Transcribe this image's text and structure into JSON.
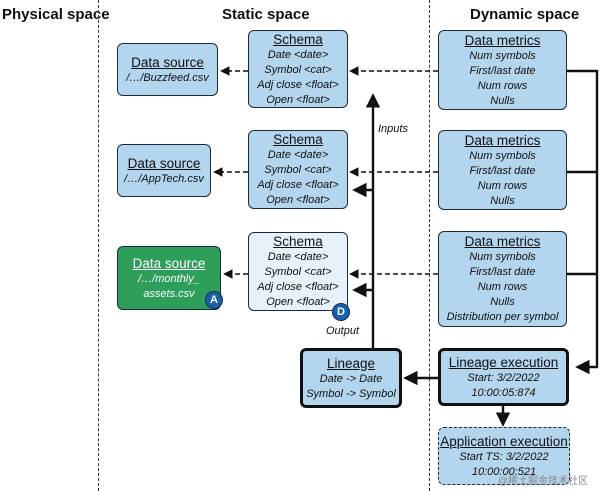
{
  "lanes": {
    "physical": "Physical space",
    "static": "Static space",
    "dynamic": "Dynamic space"
  },
  "sources": [
    {
      "title": "Data source",
      "path": "/…/Buzzfeed.csv"
    },
    {
      "title": "Data source",
      "path": "/…/AppTech.csv"
    },
    {
      "title": "Data source",
      "path_line1": "/…/monthly_",
      "path_line2": "assets.csv",
      "badge": "A"
    }
  ],
  "schemas": [
    {
      "title": "Schema",
      "fields": [
        "Date <date>",
        "Symbol <cat>",
        "Adj close <float>",
        "Open <float>"
      ]
    },
    {
      "title": "Schema",
      "fields": [
        "Date <date>",
        "Symbol <cat>",
        "Adj close <float>",
        "Open <float>"
      ]
    },
    {
      "title": "Schema",
      "fields": [
        "Date <date>",
        "Symbol <cat>",
        "Adj close <float>",
        "Open <float>"
      ],
      "badge": "D"
    }
  ],
  "metrics": [
    {
      "title": "Data metrics",
      "fields": [
        "Num symbols",
        "First/last date",
        "Num rows",
        "Nulls"
      ]
    },
    {
      "title": "Data metrics",
      "fields": [
        "Num symbols",
        "First/last date",
        "Num rows",
        "Nulls"
      ]
    },
    {
      "title": "Data metrics",
      "fields": [
        "Num symbols",
        "First/last date",
        "Num rows",
        "Nulls",
        "Distribution per symbol"
      ]
    }
  ],
  "lineage": {
    "title": "Lineage",
    "fields": [
      "Date -> Date",
      "Symbol -> Symbol"
    ]
  },
  "lineage_execution": {
    "title": "Lineage execution",
    "fields": [
      "Start: 3/2/2022",
      "10:00:05:874"
    ]
  },
  "application_execution": {
    "title": "Application execution",
    "fields": [
      "Start TS: 3/2/2022",
      "10:00:00:521"
    ]
  },
  "labels": {
    "inputs": "Inputs",
    "output": "Output"
  },
  "watermark": "@稀土掘金技术社区"
}
